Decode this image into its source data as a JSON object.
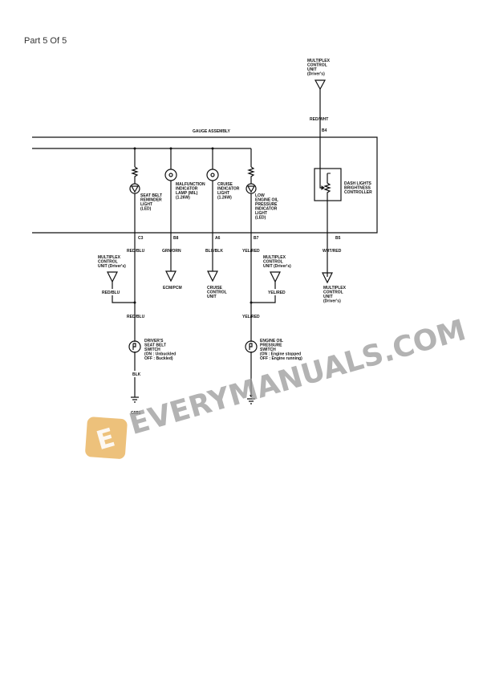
{
  "page_label": "Part 5 Of 5",
  "gauge_assembly": "GAUGE ASSEMBLY",
  "top_unit": {
    "lines": [
      "MULTIPLEX",
      "CONTROL",
      "UNIT",
      "(Driver's)"
    ],
    "wire": "RED/WHT",
    "pin": "B4"
  },
  "branches": [
    {
      "lines": [
        "SEAT BELT",
        "REMINDER",
        "LIGHT",
        "(LED)"
      ],
      "pin": "C3",
      "wire": "RED/BLU"
    },
    {
      "lines": [
        "MALFUNCTION",
        "INDICATOR",
        "LAMP (MIL)",
        "(1.26W)"
      ],
      "pin": "B8",
      "wire": "GRN/ORN",
      "dest": [
        "ECM/PCM"
      ]
    },
    {
      "lines": [
        "CRUISE",
        "INDICATOR",
        "LIGHT",
        "(1.26W)"
      ],
      "pin": "A6",
      "wire": "BLU/BLK",
      "dest": [
        "CRUISE",
        "CONTROL",
        "UNIT"
      ]
    },
    {
      "lines": [
        "LOW",
        "ENGINE OIL",
        "PRESSURE",
        "INDICATOR",
        "LIGHT",
        "(LED)"
      ],
      "pin": "B7",
      "wire": "YEL/RED"
    },
    {
      "lines": [
        "DASH LIGHTS",
        "BRIGHTNESS",
        "CONTROLLER"
      ],
      "pin": "B5",
      "wire": "WHT/RED",
      "dest": [
        "MULTIPLEX",
        "CONTROL",
        "UNIT",
        "(Driver's)"
      ]
    }
  ],
  "mux_left": {
    "lines": [
      "MULTIPLEX",
      "CONTROL",
      "UNIT (Driver's)"
    ],
    "wire": "RED/BLU"
  },
  "mux_right": {
    "lines": [
      "MULTIPLEX",
      "CONTROL",
      "UNIT (Driver's)"
    ],
    "wire": "YEL/RED"
  },
  "seat_switch": {
    "wire_in": "RED/BLU",
    "lines": [
      "DRIVER'S",
      "SEAT BELT",
      "SWITCH",
      "(ON  : Unbuckled",
      "OFF : Buckled)"
    ],
    "wire_out": "BLK",
    "ground": "G551"
  },
  "oil_switch": {
    "wire_in": "YEL/RED",
    "lines": [
      "ENGINE OIL",
      "PRESSURE",
      "SWITCH",
      "(ON  : Engine stopped",
      "OFF : Engine running)"
    ]
  },
  "watermark": "EVERYMANUALS.COM",
  "colors": {
    "line": "#111111",
    "watermark": "#9a9a9a",
    "logo": "#e8b25a"
  }
}
